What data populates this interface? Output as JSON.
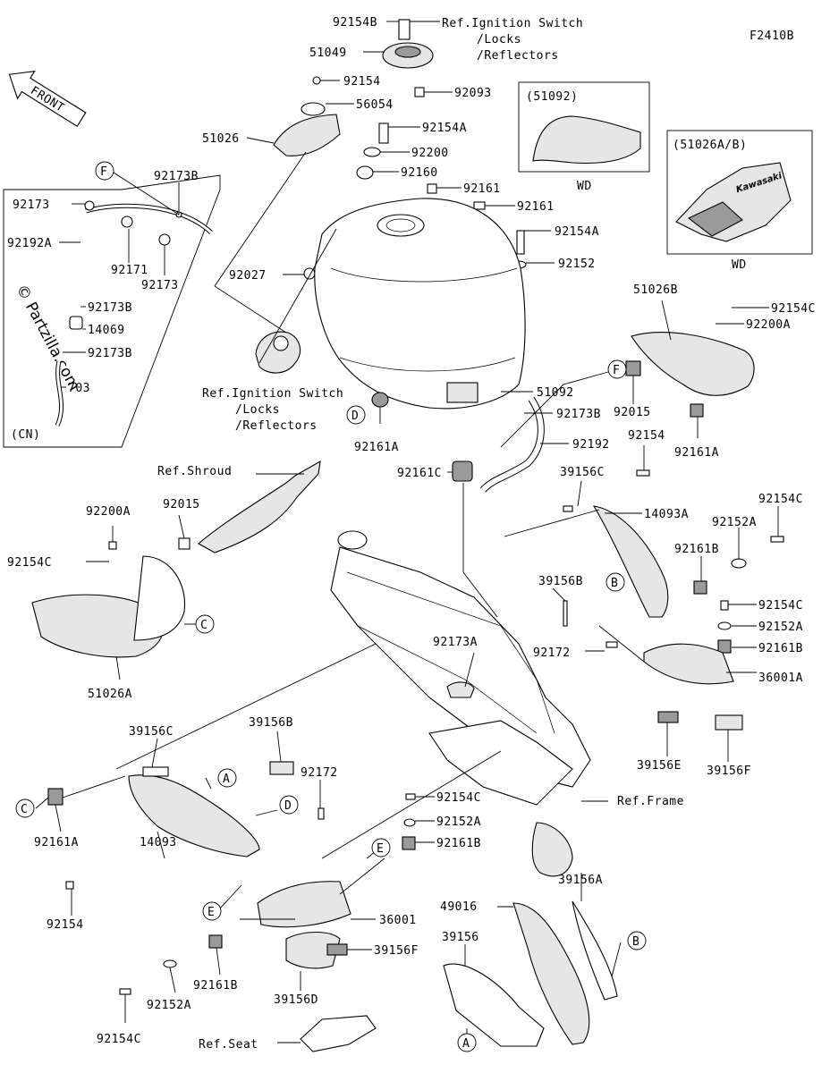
{
  "diagram_code": "F2410B",
  "front_label": "FRONT",
  "watermark": "© Partzilla.com",
  "insets": {
    "wd1_code": "(51092)",
    "wd1_label": "WD",
    "wd2_code": "(51026A/B)",
    "wd2_label": "WD",
    "wd2_logo_text": "Kawasaki",
    "cn_label": "(CN)"
  },
  "refs": {
    "ignition_top": [
      "Ref.Ignition Switch",
      "/Locks",
      "/Reflectors"
    ],
    "ignition_mid": [
      "Ref.Ignition Switch",
      "/Locks",
      "/Reflectors"
    ],
    "shroud": "Ref.Shroud",
    "frame": "Ref.Frame",
    "seat": "Ref.Seat"
  },
  "parts": {
    "p92154B": "92154B",
    "p51049": "51049",
    "p92154_top": "92154",
    "p92093": "92093",
    "p56054": "56054",
    "p51026": "51026",
    "p92154A_1": "92154A",
    "p92200": "92200",
    "p92160": "92160",
    "p92161_a": "92161",
    "p92161_b": "92161",
    "p92154A_2": "92154A",
    "p92152": "92152",
    "p92027": "92027",
    "p51092": "51092",
    "p92173B_main": "92173B",
    "p92192_main": "92192",
    "p92161A_main": "92161A",
    "p92161C": "92161C",
    "p92173B_f": "92173B",
    "p92173_l": "92173",
    "p92192A": "92192A",
    "p92171": "92171",
    "p92173_r": "92173",
    "p92173B_cn1": "92173B",
    "p14069": "14069",
    "p92173B_cn2": "92173B",
    "p703": "703",
    "p51026B": "51026B",
    "p92154C_r1": "92154C",
    "p92200A_r": "92200A",
    "p92015_r": "92015",
    "p92161A_r": "92161A",
    "p92154_r": "92154",
    "p39156C_r": "39156C",
    "p14093A": "14093A",
    "p92154C_r2": "92154C",
    "p92152A_r1": "92152A",
    "p92161B_r1": "92161B",
    "p39156B_r": "39156B",
    "p92154C_r3": "92154C",
    "p92152A_r2": "92152A",
    "p92172_r": "92172",
    "p92161B_r2": "92161B",
    "p36001A": "36001A",
    "p39156E": "39156E",
    "p39156F_r": "39156F",
    "p92200A_l": "92200A",
    "p92015_l": "92015",
    "p92154C_l": "92154C",
    "p51026A": "51026A",
    "p92173A": "92173A",
    "p39156C_l": "39156C",
    "p39156B_l": "39156B",
    "p92172_l": "92172",
    "p92161A_l": "92161A",
    "p14093": "14093",
    "p92154_l": "92154",
    "p92154C_c": "92154C",
    "p92152A_c": "92152A",
    "p92161B_c": "92161B",
    "p36001": "36001",
    "p39156F_c": "39156F",
    "p92161B_b": "92161B",
    "p92152A_b": "92152A",
    "p92154C_b": "92154C",
    "p39156D": "39156D",
    "p49016": "49016",
    "p39156A": "39156A",
    "p39156": "39156"
  },
  "callouts": {
    "F_top": "F",
    "F_main": "F",
    "B_r": "B",
    "B_br": "B",
    "C_l": "C",
    "C_ll": "C",
    "D_main": "D",
    "D_l": "D",
    "A_l": "A",
    "A_b": "A",
    "E_c": "E",
    "E_l": "E"
  }
}
